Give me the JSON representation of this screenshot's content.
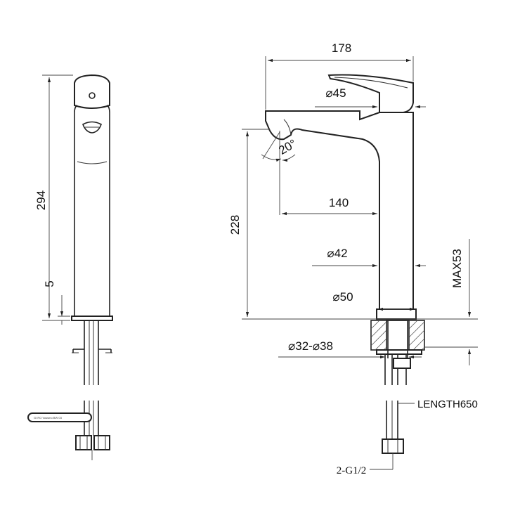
{
  "drawing": {
    "dimensions": {
      "width_top": "178",
      "handle_diameter": "⌀45",
      "spout_angle": "20°",
      "spout_reach": "140",
      "body_height": "228",
      "body_diameter": "⌀42",
      "base_diameter": "⌀50",
      "hole_range": "⌀32-⌀38",
      "max_thickness": "MAX53",
      "total_height": "294",
      "base_height": "5"
    },
    "notes": {
      "hose_length": "LENGTH650",
      "thread": "2-G1/2"
    }
  }
}
